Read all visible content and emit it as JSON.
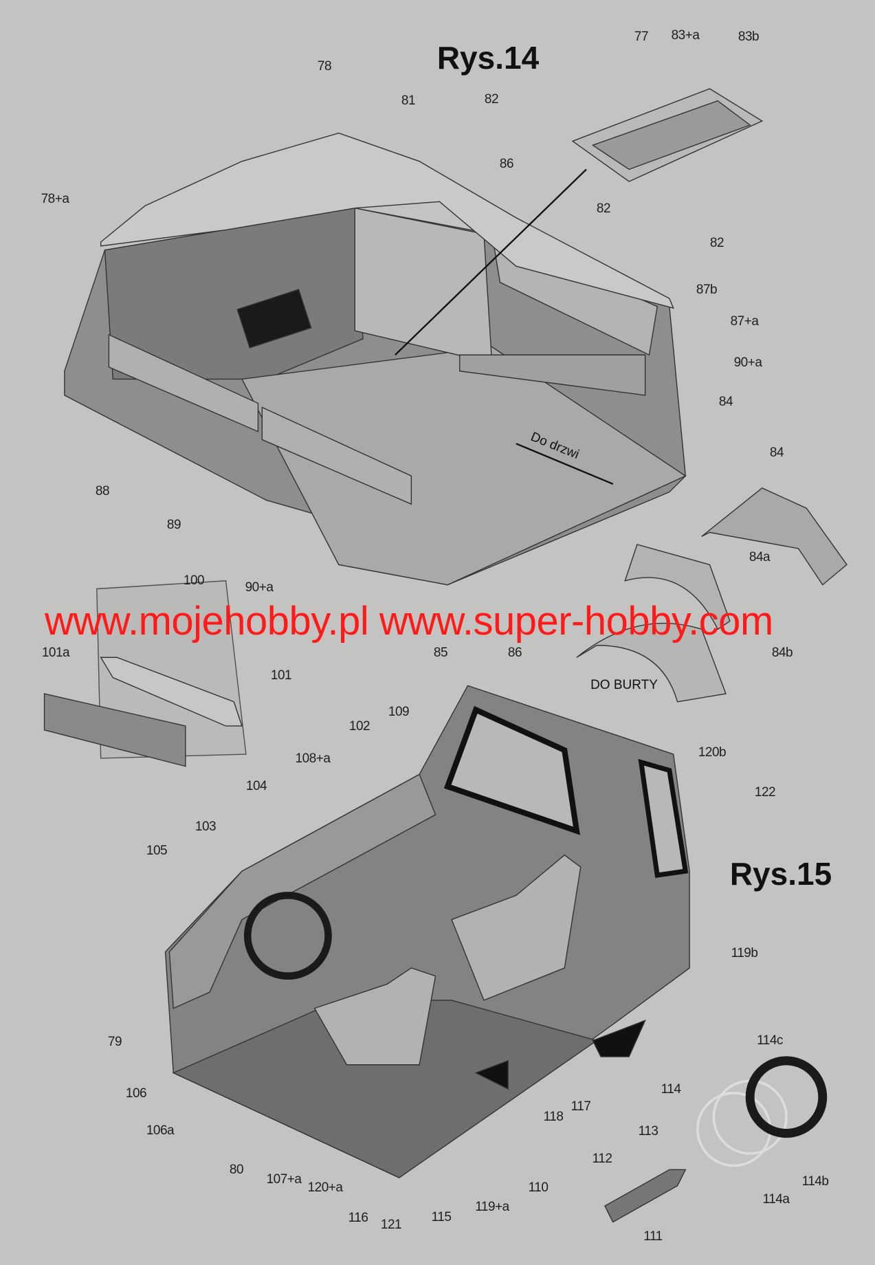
{
  "figures": {
    "fig14_title": "Rys.14",
    "fig15_title": "Rys.15"
  },
  "watermark": "www.mojehobby.pl www.super-hobby.com",
  "notes": {
    "to_door": "Do drzwi",
    "to_side": "DO BURTY"
  },
  "labels": [
    "77",
    "83+a",
    "83b",
    "78",
    "81",
    "82",
    "86",
    "78+a",
    "82",
    "82",
    "87b",
    "87+a",
    "90+a",
    "84",
    "84",
    "88",
    "89",
    "84a",
    "100",
    "90+a",
    "101a",
    "85",
    "86",
    "84b",
    "101",
    "109",
    "102",
    "120b",
    "108+a",
    "122",
    "104",
    "103",
    "105",
    "119b",
    "79",
    "114c",
    "114",
    "106",
    "118",
    "117",
    "113",
    "106a",
    "112",
    "80",
    "107+a",
    "120+a",
    "110",
    "119+a",
    "114b",
    "114a",
    "116",
    "121",
    "115",
    "111"
  ],
  "colors": {
    "background": "#c3c3c1",
    "watermark": "#ff1a1a"
  }
}
